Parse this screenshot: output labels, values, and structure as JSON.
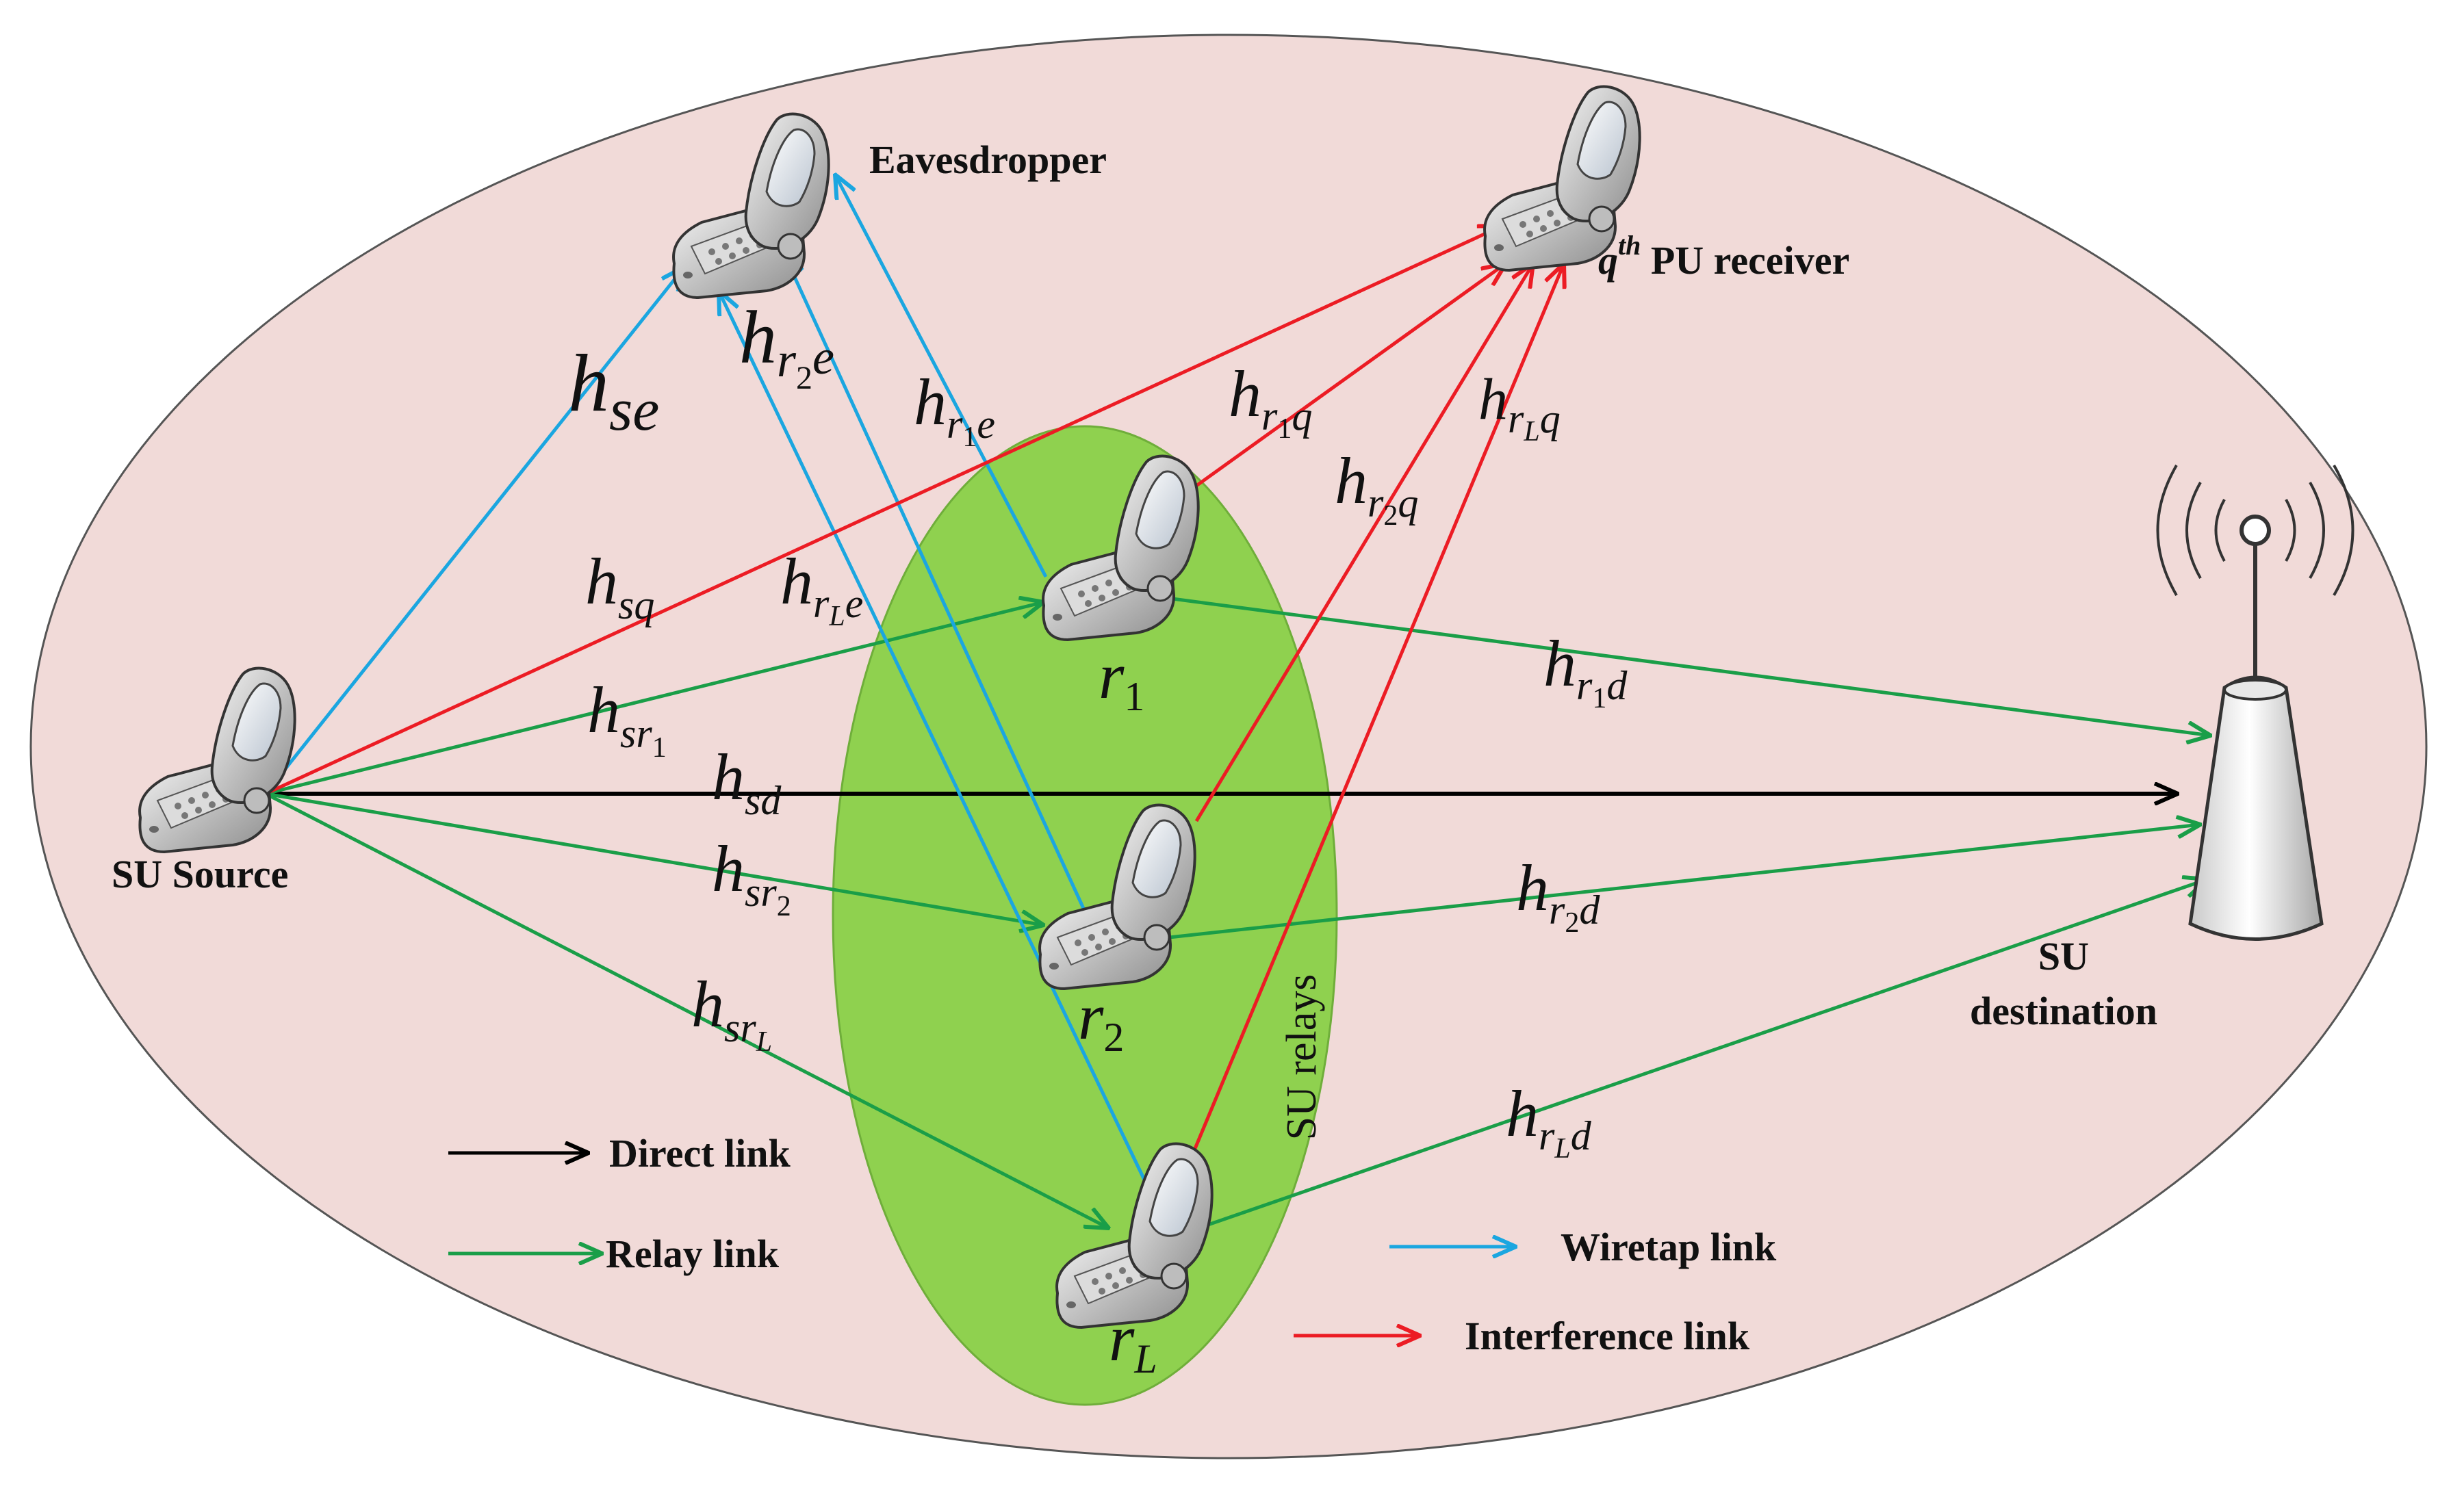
{
  "nodes": {
    "source": "SU Source",
    "eavesdropper": "Eavesdropper",
    "pu_receiver_main": "q",
    "pu_receiver_sup": "th",
    "pu_receiver_rest": " PU receiver",
    "destination_line1": "SU",
    "destination_line2": "destination",
    "relays_group": "SU relays"
  },
  "relays": [
    {
      "main": "r",
      "sub": "1"
    },
    {
      "main": "r",
      "sub": "2"
    },
    {
      "main": "r",
      "sub": "L"
    }
  ],
  "channels": {
    "se": {
      "main": "h",
      "sub": "se"
    },
    "sq": {
      "main": "h",
      "sub": "sq"
    },
    "sr1": {
      "main": "h",
      "sub": "sr",
      "subsub": "1"
    },
    "sd": {
      "main": "h",
      "sub": "sd"
    },
    "sr2": {
      "main": "h",
      "sub": "sr",
      "subsub": "2"
    },
    "srL": {
      "main": "h",
      "sub": "sr",
      "subsub": "L"
    },
    "r2e": {
      "main": "h",
      "sub": "r",
      "subsub": "2",
      "tail": "e"
    },
    "r1e": {
      "main": "h",
      "sub": "r",
      "subsub": "1",
      "tail": "e"
    },
    "rLe": {
      "main": "h",
      "sub": "r",
      "subsub": "L",
      "tail": "e"
    },
    "r1q": {
      "main": "h",
      "sub": "r",
      "subsub": "1",
      "tail": "q"
    },
    "r2q": {
      "main": "h",
      "sub": "r",
      "subsub": "2",
      "tail": "q"
    },
    "rLq": {
      "main": "h",
      "sub": "r",
      "subsub": "L",
      "tail": "q"
    },
    "r1d": {
      "main": "h",
      "sub": "r",
      "subsub": "1",
      "tail": "d"
    },
    "r2d": {
      "main": "h",
      "sub": "r",
      "subsub": "2",
      "tail": "d"
    },
    "rLd": {
      "main": "h",
      "sub": "r",
      "subsub": "L",
      "tail": "d"
    }
  },
  "legend": {
    "direct": "Direct link",
    "relay": "Relay link",
    "wiretap": "Wiretap link",
    "interference": "Interference link"
  },
  "colors": {
    "direct": "#000000",
    "relay": "#1a9e48",
    "wiretap": "#1ba6e0",
    "interference": "#ec1c24",
    "background": "#f1dad8",
    "relay_region": "#8fd14f"
  }
}
